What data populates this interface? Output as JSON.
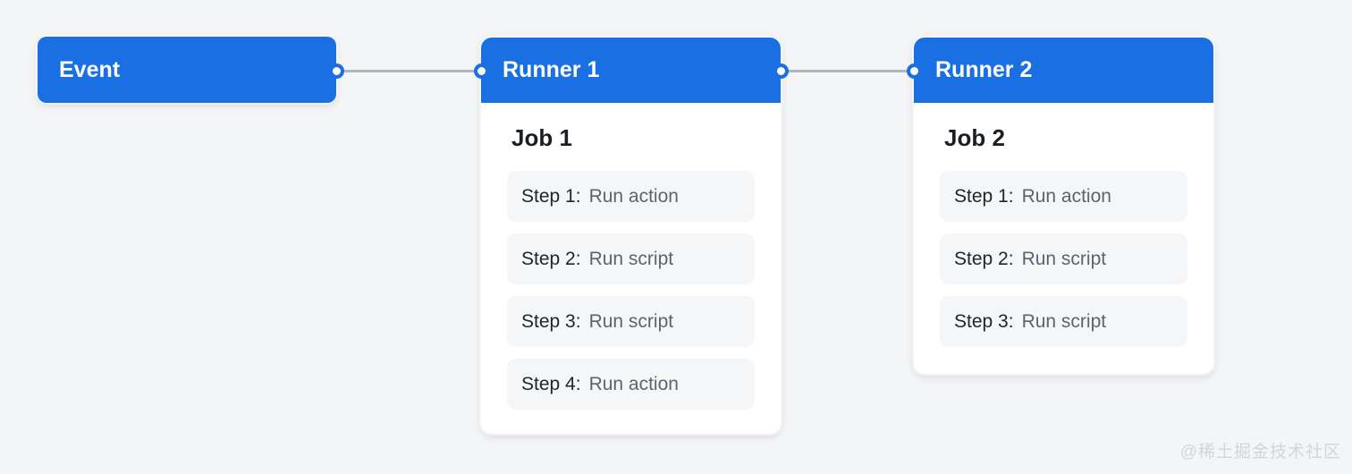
{
  "colors": {
    "accent": "#1a70e2",
    "canvas_bg": "#f4f5f7",
    "card_bg": "#ffffff",
    "step_bg": "#f5f6f8",
    "edge": "#b2b5b9",
    "title_color": "#1b1e22",
    "step_label_color": "#22252a",
    "step_action_color": "#5d646e",
    "watermark_color": "#d4d5d7"
  },
  "event": {
    "label": "Event"
  },
  "runners": [
    {
      "title": "Runner 1",
      "job": {
        "title": "Job 1",
        "steps": [
          {
            "label": "Step 1:",
            "action": "Run action"
          },
          {
            "label": "Step 2:",
            "action": "Run script"
          },
          {
            "label": "Step 3:",
            "action": "Run script"
          },
          {
            "label": "Step 4:",
            "action": "Run action"
          }
        ]
      }
    },
    {
      "title": "Runner 2",
      "job": {
        "title": "Job 2",
        "steps": [
          {
            "label": "Step 1:",
            "action": "Run action"
          },
          {
            "label": "Step 2:",
            "action": "Run script"
          },
          {
            "label": "Step 3:",
            "action": "Run script"
          }
        ]
      }
    }
  ],
  "watermark": "@稀土掘金技术社区"
}
